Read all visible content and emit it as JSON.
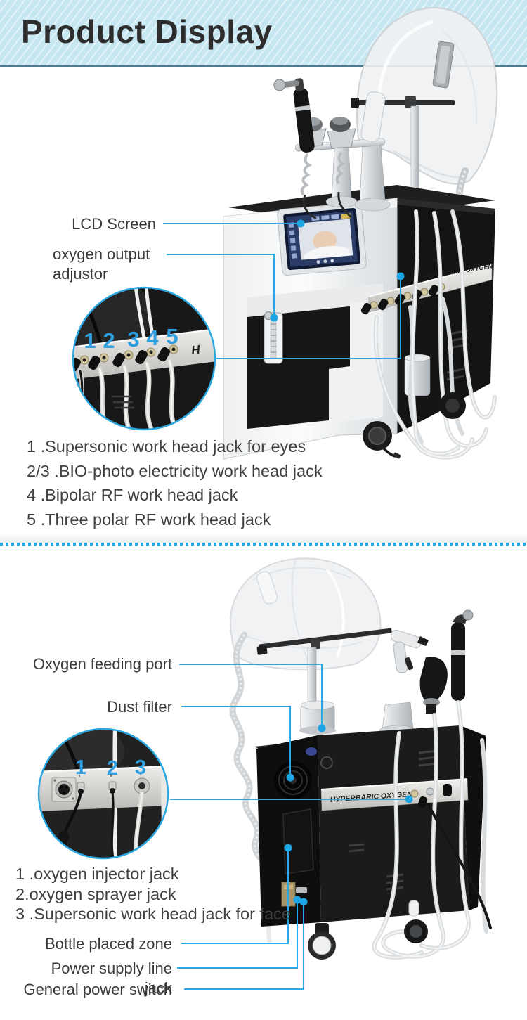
{
  "header": {
    "title": "Product Display"
  },
  "colors": {
    "accent_line": "#29a9e1",
    "inset_number_blue": "#2d9fe0",
    "banner_bg": "#c6e7f2",
    "banner_border": "#4d7b90",
    "body_text": "#3b3b3b"
  },
  "section1": {
    "callouts": {
      "lcd": "LCD Screen",
      "adjustor": "oxygen output adjustor"
    },
    "machine_side_label": "HYPERBARIC OXYGEN",
    "inset": {
      "numbers": [
        "1",
        "2",
        "3",
        "4",
        "5"
      ],
      "strip_partial_text": "H"
    },
    "features": [
      "1 .Supersonic work head jack for eyes",
      "2/3 .BIO-photo electricity work head jack",
      "4 .Bipolar RF work head jack",
      "5 .Three polar RF work head jack"
    ]
  },
  "section2": {
    "callouts": {
      "feeding_port": "Oxygen feeding port",
      "dust_filter": "Dust filter",
      "bottle_zone": "Bottle placed zone",
      "power_jack": "Power supply line jack",
      "power_switch": "General power switch"
    },
    "machine_front_label": "HYPERBARIC OXYGEN",
    "inset": {
      "numbers": [
        "1",
        "2",
        "3"
      ]
    },
    "features": [
      "1 .oxygen injector jack",
      "2.oxygen sprayer jack",
      "3 .Supersonic work head jack for face"
    ]
  }
}
